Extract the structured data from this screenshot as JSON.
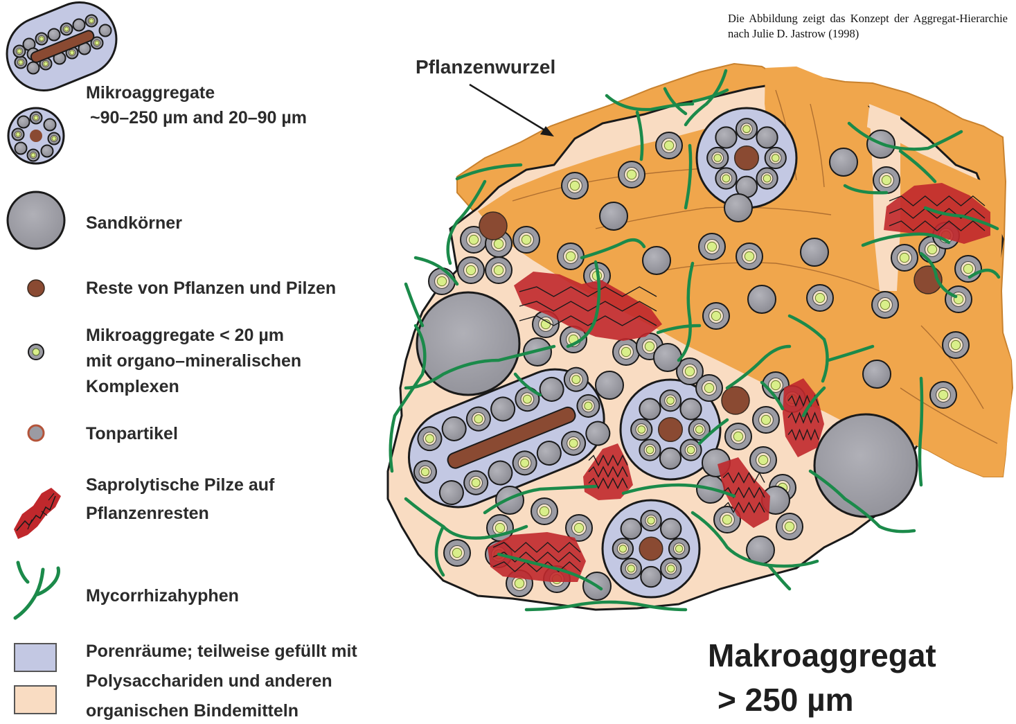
{
  "caption": "Die Abbildung zeigt das Konzept der Aggregat-Hierarchie nach Julie D. Jastrow (1998)",
  "root_label": "Pflanzenwurzel",
  "title": {
    "line1": "Makroaggregat",
    "line2": "> 250 µm"
  },
  "legend": {
    "micro_large": {
      "line1": "Mikroaggregate",
      "line2": "~90–250 µm and 20–90 µm"
    },
    "sand": "Sandkörner",
    "plant_remains": "Reste von Pflanzen und Pilzen",
    "micro_small": {
      "line1": "Mikroaggregate < 20 µm",
      "line2": "mit organo–mineralischen",
      "line3": "Komplexen"
    },
    "clay": "Tonpartikel",
    "fungi": {
      "line1": "Saprolytische Pilze auf",
      "line2": "Pflanzenresten"
    },
    "hyphae": "Mycorrhizahyphen",
    "pores": {
      "line1": "Porenräume; teilweise gefüllt mit",
      "line2": "Polysacchariden und anderen",
      "line3": "organischen Bindemitteln"
    }
  },
  "colors": {
    "binder": "#f9dcc2",
    "root": "#f0a64c",
    "pore": "#c3c8e3",
    "sand": "#9b9ba3",
    "remains": "#8a4a32",
    "micro_core": "#d9ef8a",
    "fungi": "#c0282c",
    "hyphae": "#1b8a4a",
    "outline": "#1a1a1a"
  }
}
